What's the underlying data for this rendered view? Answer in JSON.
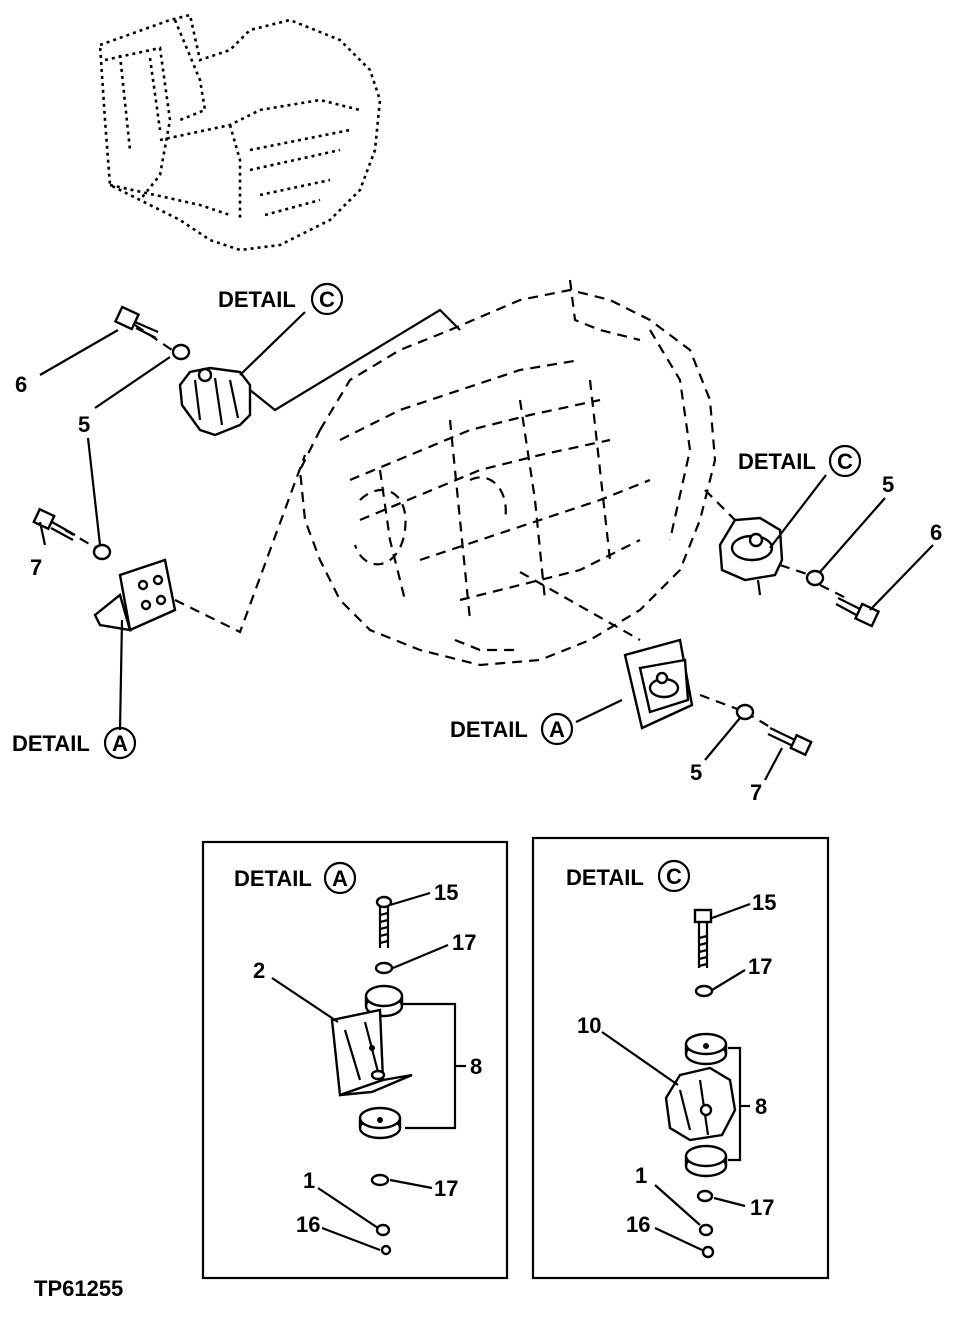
{
  "figure_id": "TP61255",
  "detail_word": "DETAIL",
  "overview": {
    "detail_c_top": {
      "word": "DETAIL",
      "letter": "C"
    },
    "detail_c_right": {
      "word": "DETAIL",
      "letter": "C"
    },
    "detail_a_left": {
      "word": "DETAIL",
      "letter": "A"
    },
    "detail_a_bottom": {
      "word": "DETAIL",
      "letter": "A"
    },
    "callouts_left": [
      "6",
      "5",
      "7"
    ],
    "callouts_right": [
      "5",
      "6"
    ],
    "callouts_bottom": [
      "5",
      "7"
    ]
  },
  "detail_a_panel": {
    "title": "DETAIL",
    "letter": "A",
    "callouts": {
      "bolt": "15",
      "washer_top": "17",
      "bracket": "2",
      "isolators": "8",
      "washer_bottom": "17",
      "washer": "1",
      "nut": "16"
    }
  },
  "detail_c_panel": {
    "title": "DETAIL",
    "letter": "C",
    "callouts": {
      "bolt": "15",
      "washer_top": "17",
      "bracket": "10",
      "isolators": "8",
      "washer_bottom": "17",
      "washer": "1",
      "nut": "16"
    }
  }
}
